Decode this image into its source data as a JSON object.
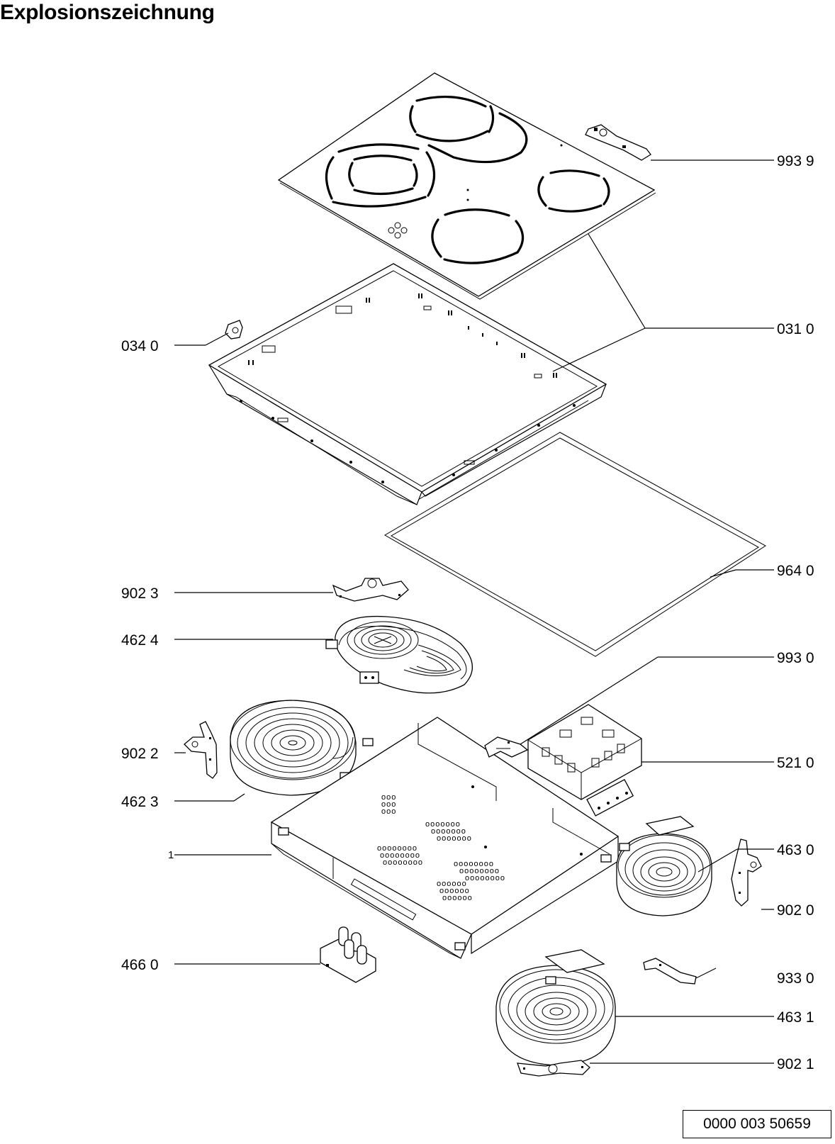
{
  "header": {
    "title": "Explosionszeichnung"
  },
  "labels": {
    "l9939": "993 9",
    "l0340": "034 0",
    "l0310": "031 0",
    "l9640": "964 0",
    "l9023": "902 3",
    "l4624": "462 4",
    "l9930": "993 0",
    "l9022": "902 2",
    "l5210": "521 0",
    "l4623": "462 3",
    "l1": "1",
    "l4630": "463 0",
    "l9020": "902 0",
    "l4660": "466 0",
    "l9330": "933 0",
    "l4631": "463 1",
    "l9021": "902 1"
  },
  "footer": {
    "doc_number": "0000 003 50659"
  }
}
